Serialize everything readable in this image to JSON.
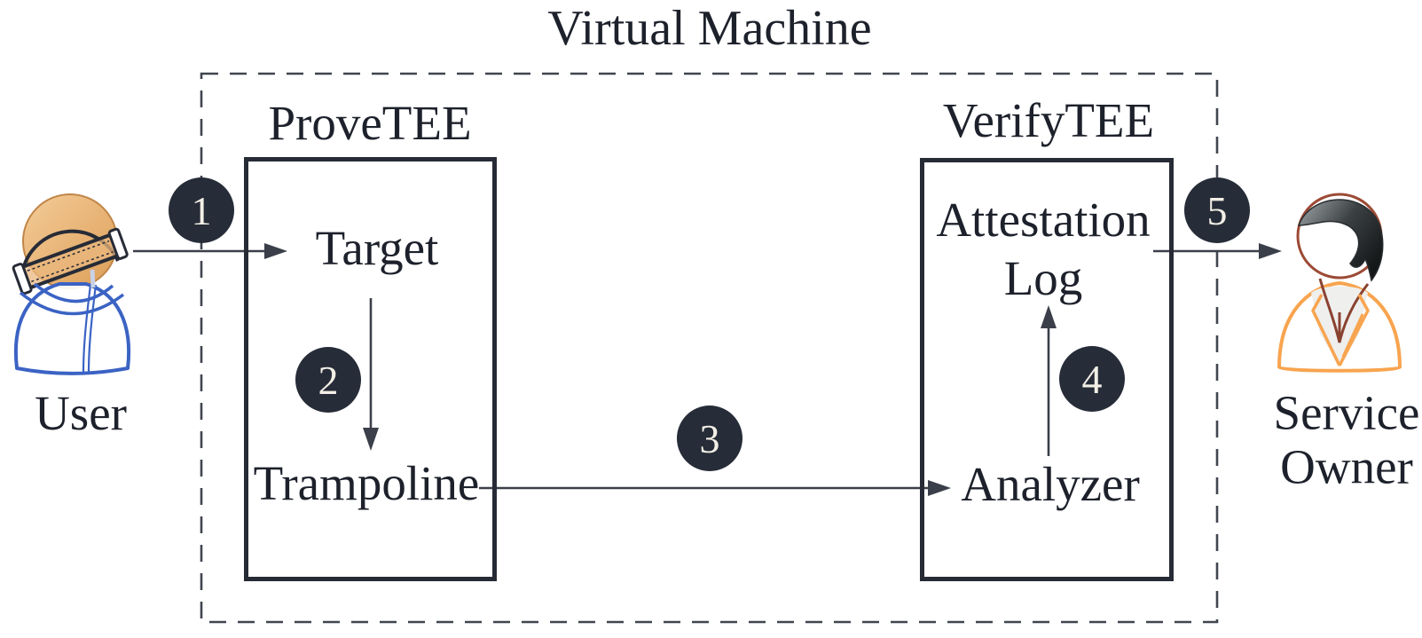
{
  "title": "Virtual Machine",
  "nodes": {
    "provetee": {
      "label": "ProveTEE",
      "target": "Target",
      "trampoline": "Trampoline"
    },
    "verifytee": {
      "label": "VerifyTEE",
      "attestation_log": "Attestation Log",
      "analyzer": "Analyzer"
    }
  },
  "actors": {
    "user": "User",
    "service_owner": "Service Owner"
  },
  "steps": [
    {
      "number": "1"
    },
    {
      "number": "2"
    },
    {
      "number": "3"
    },
    {
      "number": "4"
    },
    {
      "number": "5"
    }
  ],
  "colors": {
    "text": "#1d212b",
    "line": "#3a3f49",
    "box_border": "#262b36",
    "dashed_border": "#40454f",
    "step_badge_fill": "#262c38",
    "step_badge_text": "#f3efe6",
    "user_outline_blue": "#3b63c4",
    "user_skin": "#e9b77e",
    "owner_jacket_orange": "#f8a44f",
    "owner_face_brown": "#9c4a35",
    "owner_hair_dark": "#26292c"
  }
}
